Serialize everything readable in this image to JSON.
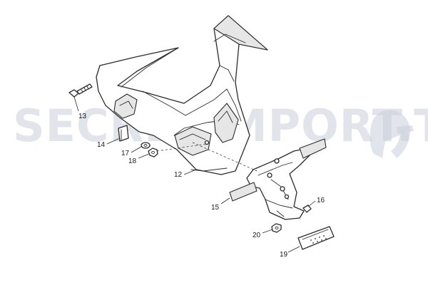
{
  "watermark": {
    "text": "SECRETIMPORT.TV",
    "color": "#c9ced8"
  },
  "callouts": [
    {
      "id": "13",
      "label": "13"
    },
    {
      "id": "14",
      "label": "14"
    },
    {
      "id": "17",
      "label": "17"
    },
    {
      "id": "18",
      "label": "18"
    },
    {
      "id": "12",
      "label": "12"
    },
    {
      "id": "15",
      "label": "15"
    },
    {
      "id": "16",
      "label": "16"
    },
    {
      "id": "20",
      "label": "20"
    },
    {
      "id": "19",
      "label": "19"
    }
  ]
}
